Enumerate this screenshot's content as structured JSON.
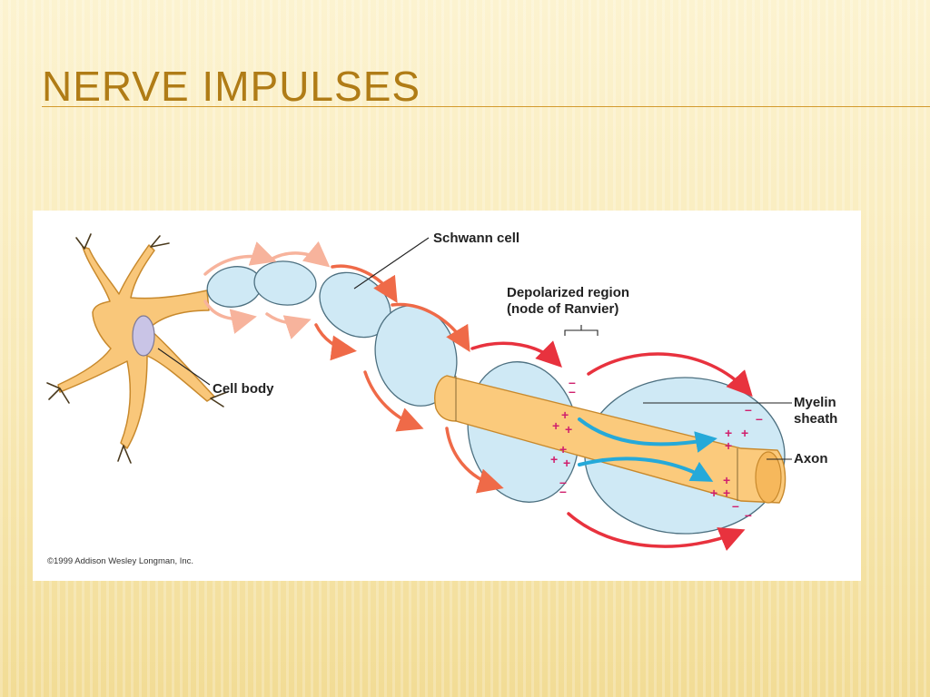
{
  "slide": {
    "title": "Nerve impulses"
  },
  "diagram": {
    "labels": {
      "schwann_cell": "Schwann cell",
      "depolarized_region": "Depolarized region (node of Ranvier)",
      "cell_body": "Cell body",
      "myelin_sheath": "Myelin sheath",
      "axon": "Axon"
    },
    "copyright": "©1999 Addison Wesley Longman, Inc.",
    "charges": {
      "plus": "+",
      "minus": "–"
    },
    "colors": {
      "cell_body": "#f9c77a",
      "cell_outline": "#c8892c",
      "nucleus": "#c9c4e6",
      "myelin": "#cfe9f5",
      "myelin_outline": "#4d7080",
      "axon": "#fbca7c",
      "impulse_arrow": "#ef6a48",
      "current_arrow": "#25a9d9",
      "plus_charge": "#d0206d",
      "minus_charge": "#d0206d",
      "title": "#b07c16"
    }
  }
}
